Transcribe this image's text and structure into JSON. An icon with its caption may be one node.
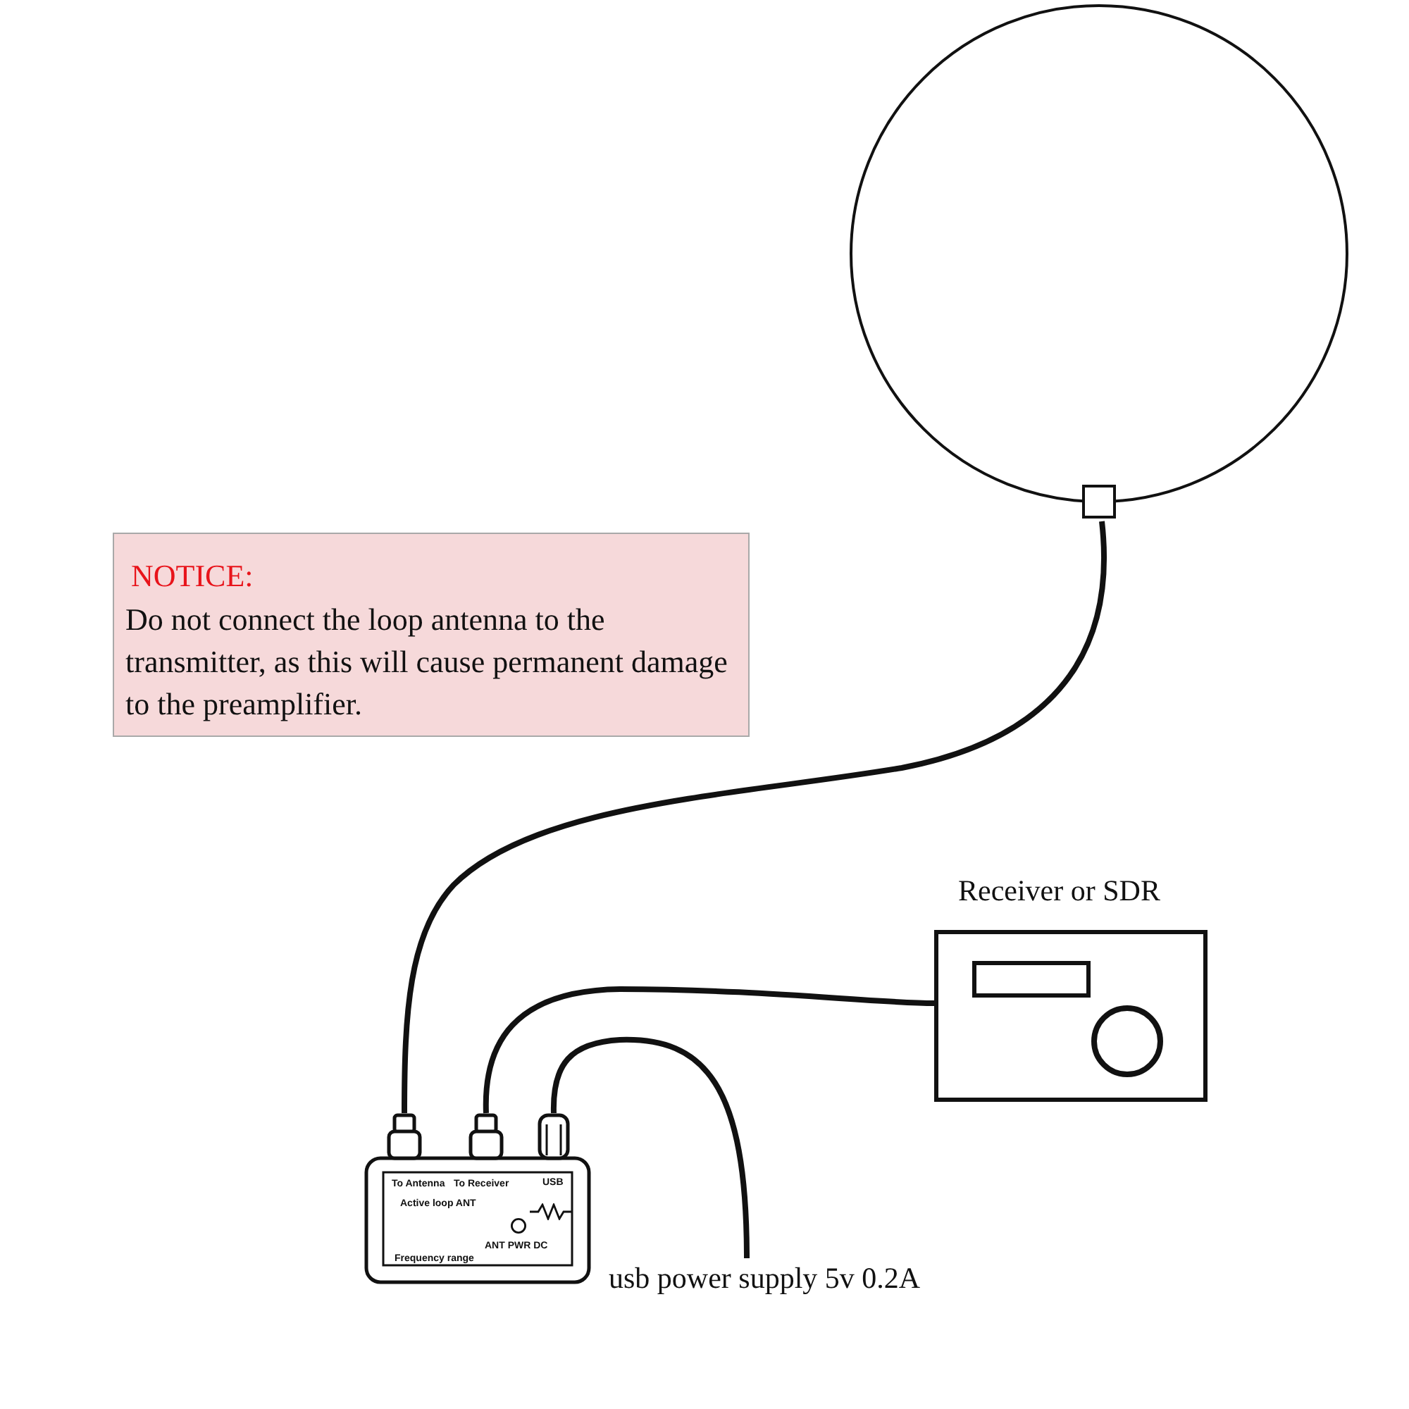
{
  "diagram": {
    "nodes": [
      {
        "text": [],
        "shape": "circle"
      },
      {
        "text": [
          "NOTICE:",
          "Do not connect the loop antenna to the transmitter, as this will cause permanent damage to the preamplifier."
        ]
      },
      {
        "text": [
          "To Antenna",
          "To Receiver",
          "USB",
          "Active loop ANT",
          "ANT PWR DC",
          "Frequency range"
        ]
      },
      {
        "text": [],
        "shape": "box",
        "beside": [
          "Receiver or SDR"
        ]
      },
      {
        "text": [
          "usb power supply 5v 0.2A"
        ]
      }
    ],
    "edges": [
      {
        "from": 0,
        "to": 2,
        "arrow": "none"
      },
      {
        "from": 2,
        "to": 3,
        "arrow": "none"
      },
      {
        "from": 2,
        "to": 4,
        "arrow": "none"
      }
    ]
  }
}
